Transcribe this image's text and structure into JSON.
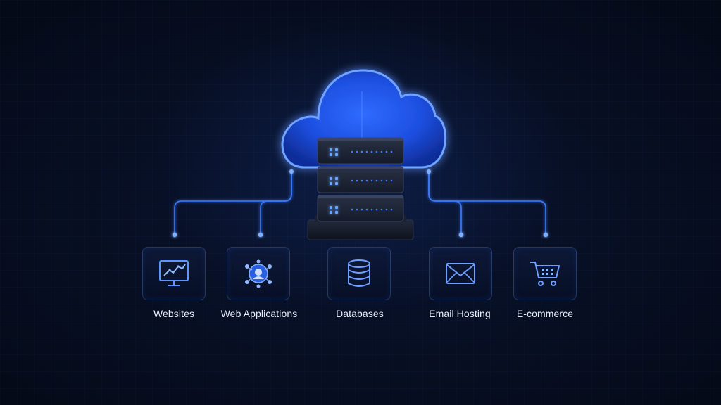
{
  "services": [
    {
      "label": "Websites",
      "icon": "chart-monitor-icon"
    },
    {
      "label": "Web Applications",
      "icon": "app-network-icon"
    },
    {
      "label": "Databases",
      "icon": "database-icon"
    },
    {
      "label": "Email Hosting",
      "icon": "envelope-icon"
    },
    {
      "label": "E-commerce",
      "icon": "shopping-cart-icon"
    }
  ],
  "colors": {
    "background": "#050b1a",
    "accent": "#2f6bff",
    "glow": "#4a8cff",
    "label": "#e6ecf8"
  }
}
